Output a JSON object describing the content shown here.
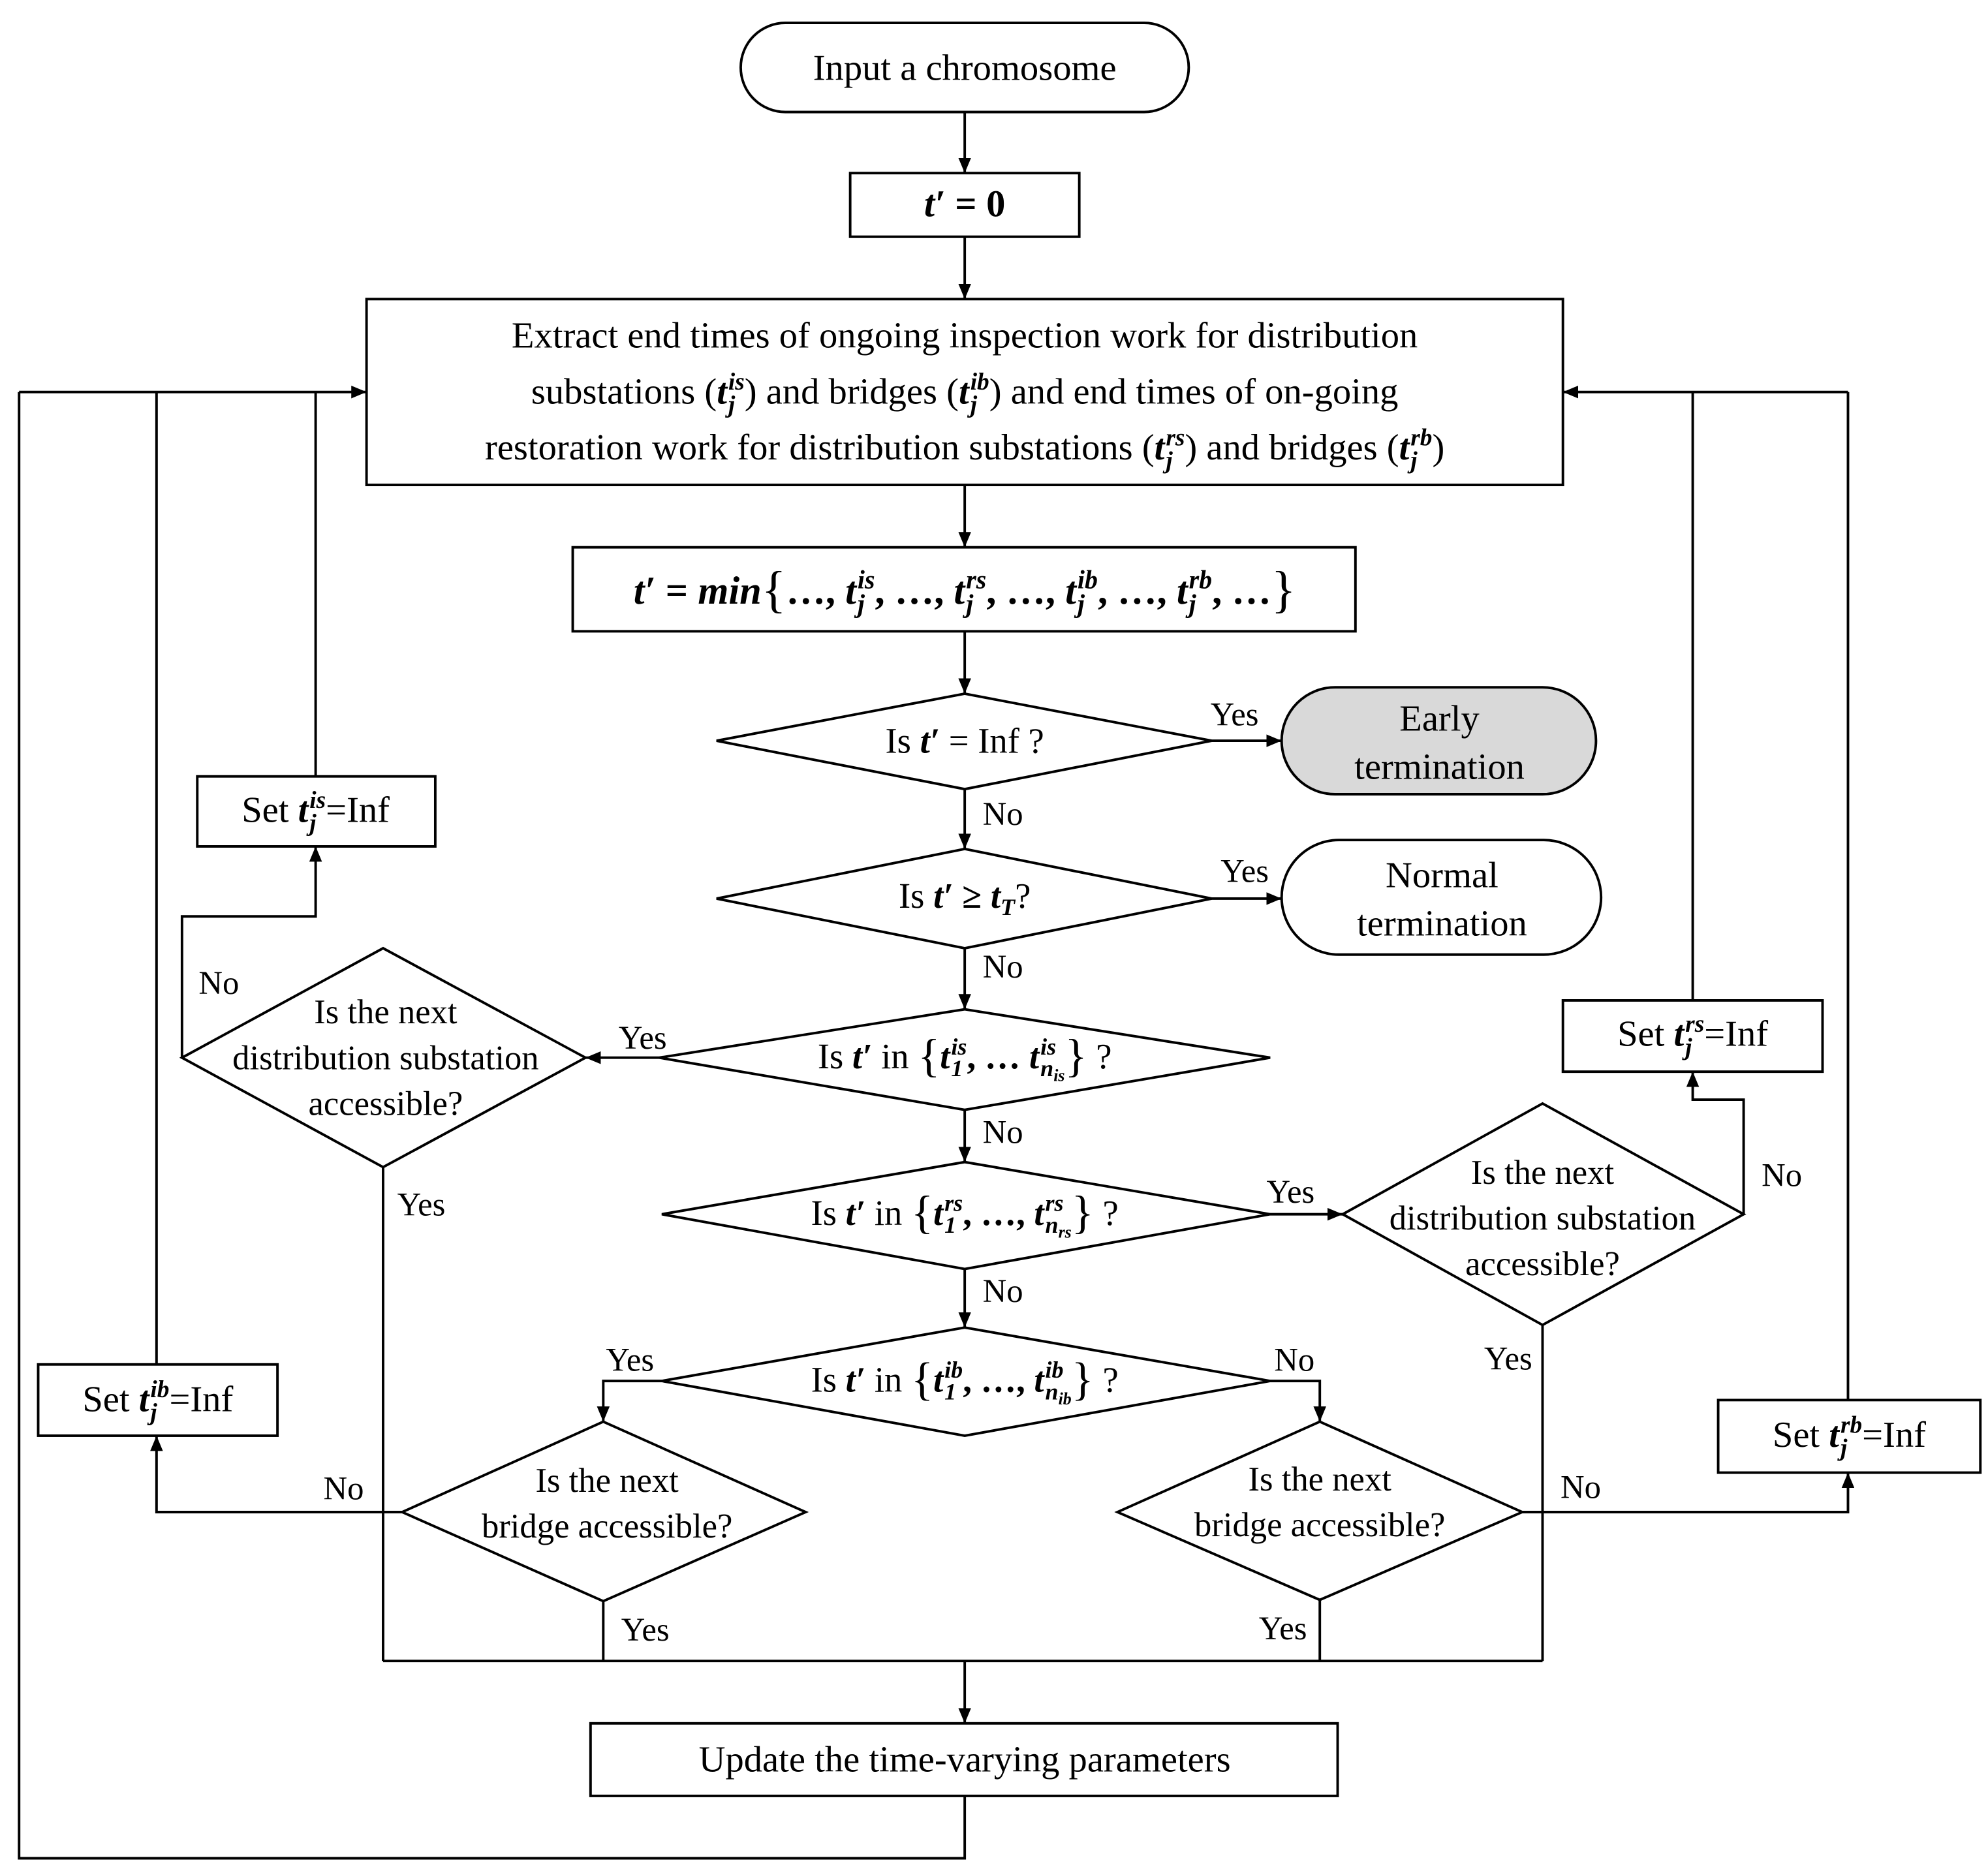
{
  "nodes": {
    "start": {
      "lines": [
        [
          {
            "text": "Input a chromosome"
          }
        ]
      ]
    },
    "init": {
      "lines": [
        [
          {
            "math": "t′"
          },
          {
            "bold": " = 0"
          }
        ]
      ]
    },
    "extract": {
      "lines": [
        [
          {
            "text": "Extract end times of ongoing inspection work for distribution"
          }
        ],
        [
          {
            "text": "substations ("
          },
          {
            "math": "t",
            "sup": "is",
            "sub": "j"
          },
          {
            "text": ") and bridges ("
          },
          {
            "math": "t",
            "sup": "ib",
            "sub": "j"
          },
          {
            "text": ") and end times of on-going"
          }
        ],
        [
          {
            "text": "restoration work for distribution substations ("
          },
          {
            "math": "t",
            "sup": "rs",
            "sub": "j"
          },
          {
            "text": ") and bridges ("
          },
          {
            "math": "t",
            "sup": "rb",
            "sub": "j"
          },
          {
            "text": ")"
          }
        ]
      ]
    },
    "min_time": {
      "lines": [
        [
          {
            "math": "t′"
          },
          {
            "bold": " = "
          },
          {
            "math": "min"
          },
          {
            "brace": "{"
          },
          {
            "bold": "…, "
          },
          {
            "math": "t",
            "sup": "is",
            "sub": "j"
          },
          {
            "bold": ", …, "
          },
          {
            "math": "t",
            "sup": "rs",
            "sub": "j"
          },
          {
            "bold": ", …, "
          },
          {
            "math": "t",
            "sup": "ib",
            "sub": "j"
          },
          {
            "bold": ", …, "
          },
          {
            "math": "t",
            "sup": "rb",
            "sub": "j"
          },
          {
            "bold": ", …"
          },
          {
            "brace": "}"
          }
        ]
      ]
    },
    "check_inf": {
      "lines": [
        [
          {
            "text": "Is "
          },
          {
            "math": "t′"
          },
          {
            "text": " = Inf ?"
          }
        ]
      ]
    },
    "early_end": {
      "lines": [
        [
          {
            "text": "Early"
          }
        ],
        [
          {
            "text": "termination"
          }
        ]
      ]
    },
    "check_horizon": {
      "lines": [
        [
          {
            "text": "Is "
          },
          {
            "math": "t′"
          },
          {
            "bold": " ≥ "
          },
          {
            "math": "t",
            "sub": "T"
          },
          {
            "text": "?"
          }
        ]
      ]
    },
    "normal_end": {
      "lines": [
        [
          {
            "text": "Normal"
          }
        ],
        [
          {
            "text": "termination"
          }
        ]
      ]
    },
    "check_is": {
      "lines": [
        [
          {
            "text": "Is "
          },
          {
            "math": "t′"
          },
          {
            "text": " in "
          },
          {
            "brace": "{"
          },
          {
            "math": "t",
            "sup": "is",
            "sub": "1"
          },
          {
            "bold": ", … "
          },
          {
            "math": "t",
            "sup": "is",
            "sub": "n",
            "subsub": "is"
          },
          {
            "brace": "}"
          },
          {
            "text": " ?"
          }
        ]
      ]
    },
    "is_access": {
      "lines": [
        [
          {
            "text": "Is the next"
          }
        ],
        [
          {
            "text": "distribution substation"
          }
        ],
        [
          {
            "text": "accessible?"
          }
        ]
      ]
    },
    "set_is": {
      "lines": [
        [
          {
            "text": "Set "
          },
          {
            "math": "t",
            "sup": "is",
            "sub": "j"
          },
          {
            "text": "=Inf"
          }
        ]
      ]
    },
    "check_rs": {
      "lines": [
        [
          {
            "text": "Is "
          },
          {
            "math": "t′"
          },
          {
            "text": " in "
          },
          {
            "brace": "{"
          },
          {
            "math": "t",
            "sup": "rs",
            "sub": "1"
          },
          {
            "bold": ", …, "
          },
          {
            "math": "t",
            "sup": "rs",
            "sub": "n",
            "subsub": "rs"
          },
          {
            "brace": "}"
          },
          {
            "text": " ?"
          }
        ]
      ]
    },
    "rs_access": {
      "lines": [
        [
          {
            "text": "Is the next"
          }
        ],
        [
          {
            "text": "distribution substation"
          }
        ],
        [
          {
            "text": "accessible?"
          }
        ]
      ]
    },
    "set_rs": {
      "lines": [
        [
          {
            "text": "Set "
          },
          {
            "math": "t",
            "sup": "rs",
            "sub": "j"
          },
          {
            "text": "=Inf"
          }
        ]
      ]
    },
    "check_ib": {
      "lines": [
        [
          {
            "text": "Is "
          },
          {
            "math": "t′"
          },
          {
            "text": " in "
          },
          {
            "brace": "{"
          },
          {
            "math": "t",
            "sup": "ib",
            "sub": "1"
          },
          {
            "bold": ", …, "
          },
          {
            "math": "t",
            "sup": "ib",
            "sub": "n",
            "subsub": "ib"
          },
          {
            "brace": "}"
          },
          {
            "text": " ?"
          }
        ]
      ]
    },
    "ib_access": {
      "lines": [
        [
          {
            "text": "Is the next"
          }
        ],
        [
          {
            "text": "bridge accessible?"
          }
        ]
      ]
    },
    "rb_access": {
      "lines": [
        [
          {
            "text": "Is the next"
          }
        ],
        [
          {
            "text": "bridge accessible?"
          }
        ]
      ]
    },
    "set_ib": {
      "lines": [
        [
          {
            "text": "Set "
          },
          {
            "math": "t",
            "sup": "ib",
            "sub": "j"
          },
          {
            "text": "=Inf"
          }
        ]
      ]
    },
    "set_rb": {
      "lines": [
        [
          {
            "text": "Set "
          },
          {
            "math": "t",
            "sup": "rb",
            "sub": "j"
          },
          {
            "text": "=Inf"
          }
        ]
      ]
    },
    "update": {
      "lines": [
        [
          {
            "text": "Update the time-varying parameters"
          }
        ]
      ]
    }
  },
  "edges": {
    "inf_yes": "Yes",
    "inf_no": "No",
    "horizon_yes": "Yes",
    "horizon_no": "No",
    "is_yes": "Yes",
    "is_no": "No",
    "is_access_no": "No",
    "is_access_yes": "Yes",
    "rs_yes": "Yes",
    "rs_no": "No",
    "rs_access_no": "No",
    "rs_access_yes": "Yes",
    "ib_yes": "Yes",
    "ib_no": "No",
    "ib_access_no": "No",
    "ib_access_yes": "Yes",
    "rb_access_no": "No",
    "rb_access_yes": "Yes"
  },
  "colors": {
    "stroke": "#000000",
    "terminal_fill": "#d9d9d9"
  }
}
